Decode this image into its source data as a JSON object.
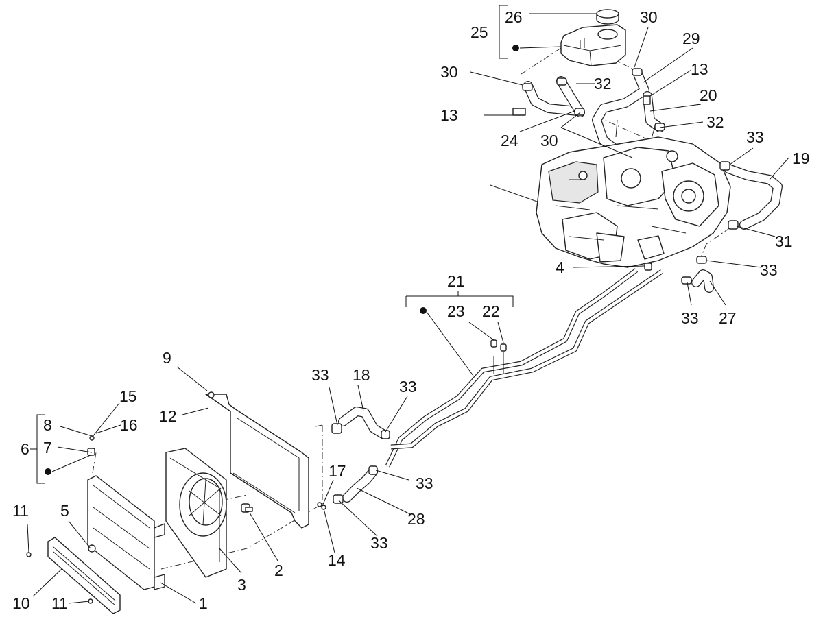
{
  "callouts": {
    "c1": "1",
    "c2": "2",
    "c3": "3",
    "c4": "4",
    "c5": "5",
    "c6": "6",
    "c7": "7",
    "c8": "8",
    "c9": "9",
    "c10": "10",
    "c11a": "11",
    "c11b": "11",
    "c12": "12",
    "c13a": "13",
    "c13b": "13",
    "c14": "14",
    "c15": "15",
    "c16": "16",
    "c17": "17",
    "c18": "18",
    "c19": "19",
    "c20": "20",
    "c21": "21",
    "c22": "22",
    "c23": "23",
    "c24": "24",
    "c25": "25",
    "c26": "26",
    "c27": "27",
    "c28": "28",
    "c29": "29",
    "c30a": "30",
    "c30b": "30",
    "c30c": "30",
    "c31": "31",
    "c32a": "32",
    "c32b": "32",
    "c33a": "33",
    "c33b": "33",
    "c33c": "33",
    "c33d": "33",
    "c33e": "33",
    "c33f": "33",
    "c33g": "33"
  },
  "icons": {
    "kit-marker": "black-dot"
  },
  "colors": {
    "line": "#222222",
    "background": "#ffffff"
  }
}
